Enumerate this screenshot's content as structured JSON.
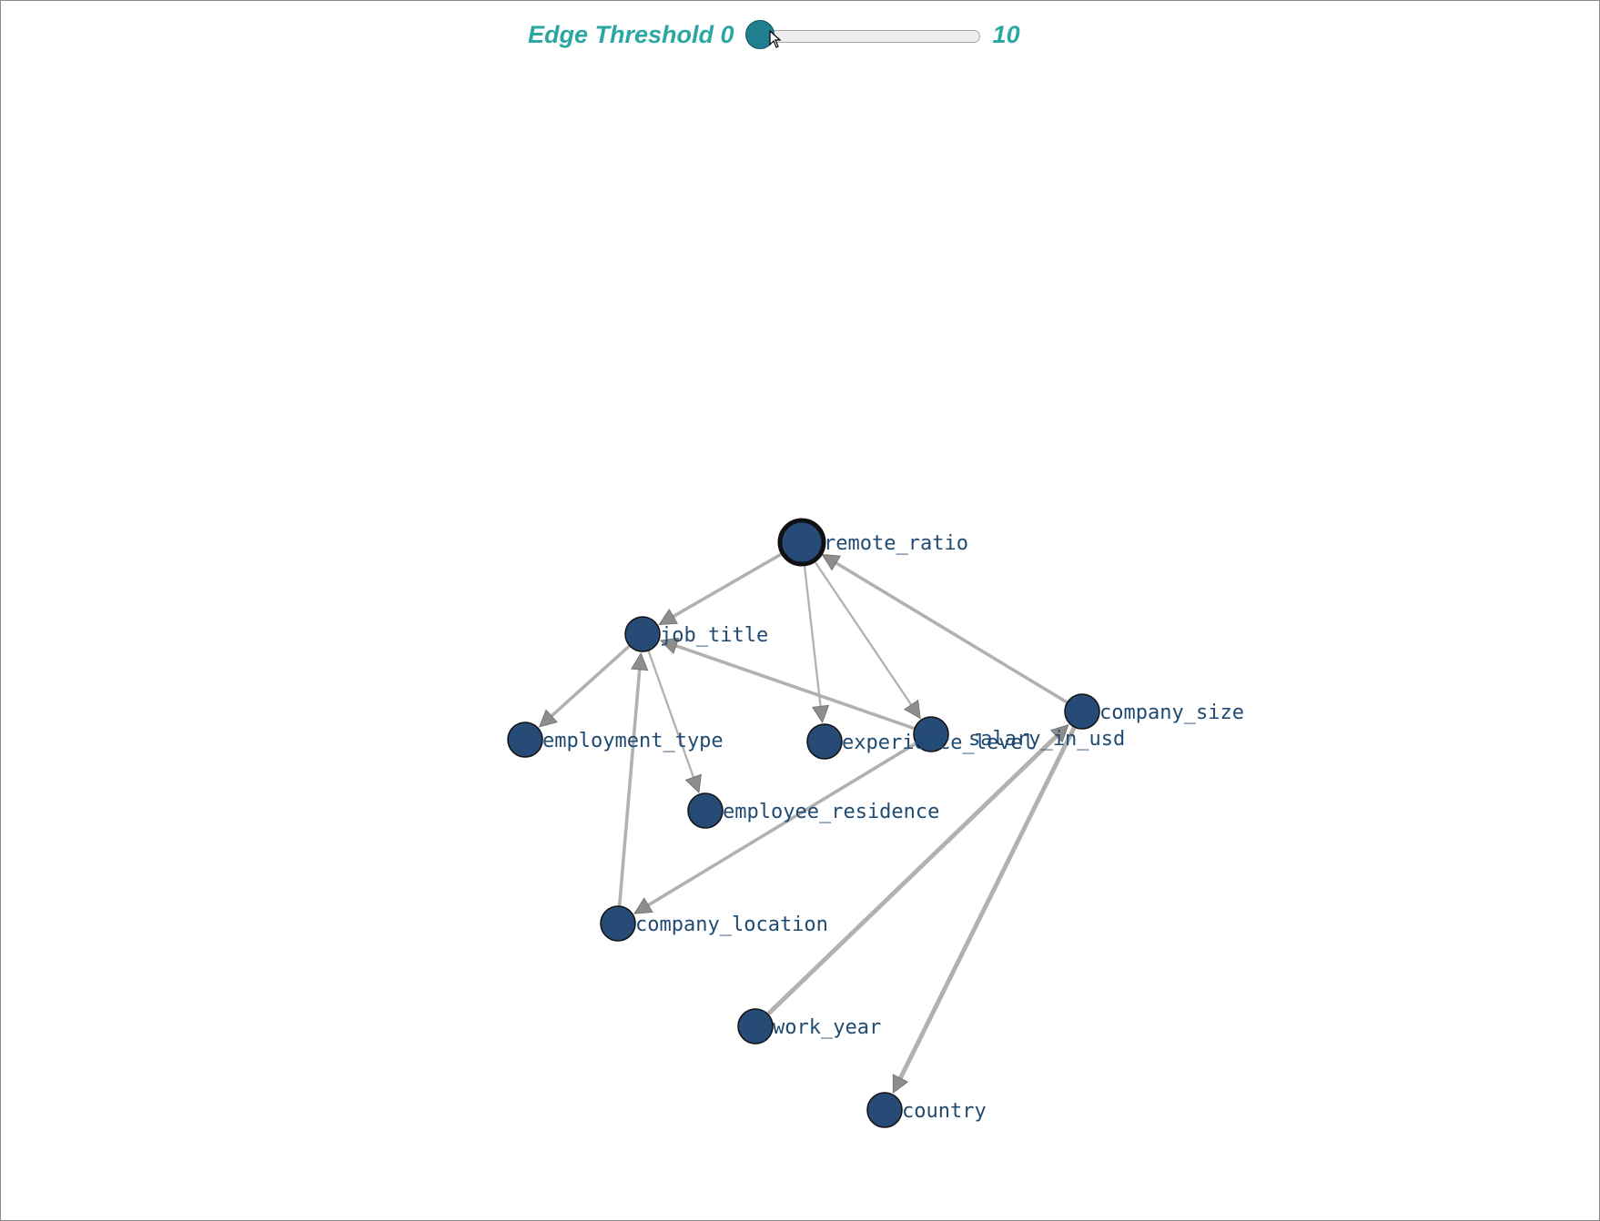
{
  "threshold": {
    "label": "Edge Threshold 0",
    "max_label": "10",
    "value": 0
  },
  "graph": {
    "nodes": [
      {
        "id": "remote_ratio",
        "label": "remote_ratio",
        "selected": true
      },
      {
        "id": "job_title",
        "label": "job_title"
      },
      {
        "id": "employment_type",
        "label": "employment_type"
      },
      {
        "id": "experience_level",
        "label": "experience_level"
      },
      {
        "id": "salary_in_usd",
        "label": "salary_in_usd"
      },
      {
        "id": "company_size",
        "label": "company_size"
      },
      {
        "id": "employee_residence",
        "label": "employee_residence"
      },
      {
        "id": "company_location",
        "label": "company_location"
      },
      {
        "id": "work_year",
        "label": "work_year"
      },
      {
        "id": "country",
        "label": "country"
      }
    ],
    "edges": [
      {
        "from": "remote_ratio",
        "to": "job_title",
        "weight": 2
      },
      {
        "from": "remote_ratio",
        "to": "experience_level",
        "weight": 1
      },
      {
        "from": "remote_ratio",
        "to": "salary_in_usd",
        "weight": 1
      },
      {
        "from": "company_size",
        "to": "remote_ratio",
        "weight": 2
      },
      {
        "from": "job_title",
        "to": "employment_type",
        "weight": 2
      },
      {
        "from": "job_title",
        "to": "employee_residence",
        "weight": 1
      },
      {
        "from": "salary_in_usd",
        "to": "job_title",
        "weight": 2
      },
      {
        "from": "salary_in_usd",
        "to": "company_location",
        "weight": 2
      },
      {
        "from": "company_location",
        "to": "job_title",
        "weight": 2
      },
      {
        "from": "work_year",
        "to": "company_size",
        "weight": 3
      },
      {
        "from": "company_size",
        "to": "country",
        "weight": 3
      }
    ],
    "colors": {
      "node_fill": "#274b77",
      "node_stroke": "#111111",
      "edge": "#b3b1ae",
      "arrow": "#8f8d8b",
      "label": "#1f4a72",
      "accent": "#2aa7a0"
    }
  }
}
